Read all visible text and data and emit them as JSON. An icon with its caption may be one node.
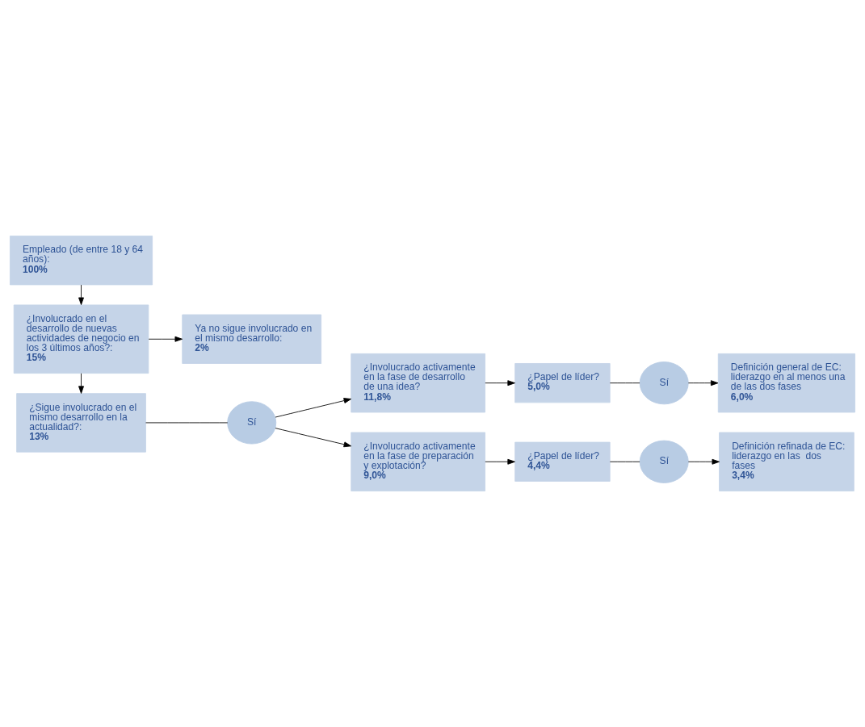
{
  "diagram": {
    "nodes": [
      {
        "text": [
          "Empleado (de entre 18 y 64 años): **100%**"
        ]
      },
      {
        "text": [
          "¿Involucrado en el desarrollo de nuevas actividades de negocio en los 3 últimos años?: **15%**"
        ]
      },
      {
        "text": [
          "Ya no sigue involucrado en el mismo desarrollo: **2%**"
        ]
      },
      {
        "text": [
          "¿Sigue involucrado en el mismo desarrollo en la actualidad?: **13%**"
        ]
      },
      {
        "text": [
          "¿Involucrado activamente en la fase de desarrollo de una idea? **11,8%**"
        ]
      },
      {
        "text": [
          "¿Papel de líder? **5,0%**"
        ]
      },
      {
        "text": [
          "Definición general de EC: liderazgo en al menos una de las dos fases **6,0%**"
        ]
      },
      {
        "text": [
          "¿Involucrado activamente en la fase de preparación y explotación? **9,0%**"
        ]
      },
      {
        "text": [
          "¿Papel de líder? **4,4%**"
        ]
      },
      {
        "text": [
          "Definición refinada de EC: liderazgo en las  dos fases **3,4%**"
        ]
      },
      {
        "text": [
          "Sí"
        ]
      },
      {
        "text": [
          "Sí"
        ]
      },
      {
        "text": [
          "Sí"
        ]
      }
    ],
    "edges": [
      {
        "from": 0,
        "to": 1,
        "arrow": "to"
      },
      {
        "from": 1,
        "to": 2,
        "arrow": "to"
      },
      {
        "from": 1,
        "to": 3,
        "arrow": "to"
      },
      {
        "from": 3,
        "to": 10,
        "arrow": "none"
      },
      {
        "from": 10,
        "to": 4,
        "arrow": "to"
      },
      {
        "from": 10,
        "to": 7,
        "arrow": "to"
      },
      {
        "from": 4,
        "to": 5,
        "arrow": "to"
      },
      {
        "from": 7,
        "to": 8,
        "arrow": "to"
      },
      {
        "from": 5,
        "to": 11,
        "arrow": "none"
      },
      {
        "from": 11,
        "to": 6,
        "arrow": "to"
      },
      {
        "from": 8,
        "to": 12,
        "arrow": "none"
      },
      {
        "from": 12,
        "to": 9,
        "arrow": "to"
      }
    ]
  }
}
